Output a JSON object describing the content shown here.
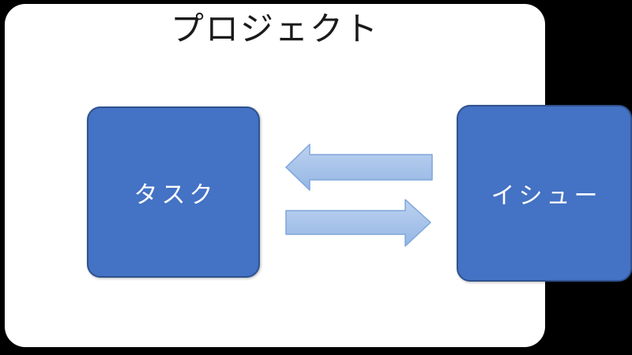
{
  "diagram": {
    "title": "プロジェクト",
    "nodes": [
      {
        "id": "task",
        "label": "タスク"
      },
      {
        "id": "issue",
        "label": "イシュー"
      }
    ],
    "connectors": [
      {
        "id": "issue-to-task",
        "direction": "left",
        "from": "issue",
        "to": "task"
      },
      {
        "id": "task-to-issue",
        "direction": "right",
        "from": "task",
        "to": "issue"
      }
    ],
    "colors": {
      "page_background": "#000000",
      "slide_background": "#ffffff",
      "node_fill": "#4472c4",
      "node_border": "#2f528f",
      "node_text": "#ffffff",
      "arrow_fill_top": "#bdd2f0",
      "arrow_fill_bottom": "#94b6e4",
      "arrow_border": "#7fa6db",
      "title_text": "#1a1a1a"
    }
  }
}
